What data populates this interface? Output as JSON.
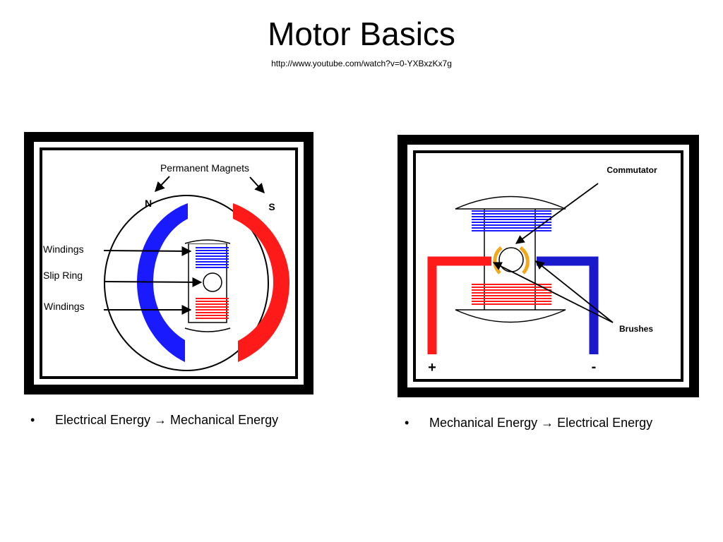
{
  "slide": {
    "title": "Motor Basics",
    "subtitle": "http://www.youtube.com/watch?v=0-YXBxzKx7g"
  },
  "left_diagram": {
    "label_magnets": "Permanent Magnets",
    "label_north": "N",
    "label_south": "S",
    "label_windings_top": "Windings",
    "label_slip_ring": "Slip Ring",
    "label_windings_bottom": "Windings",
    "colors": {
      "north": "#1a1aff",
      "south": "#ff1a1a"
    }
  },
  "right_diagram": {
    "label_commutator": "Commutator",
    "label_brushes": "Brushes",
    "label_plus": "+",
    "label_minus": "-",
    "colors": {
      "positive": "#ff1a1a",
      "negative": "#1a1acc",
      "commutator": "#f2a81d"
    }
  },
  "bullets": {
    "left": {
      "marker": "•",
      "text": "Electrical Energy → Mechanical Energy"
    },
    "right": {
      "marker": "•",
      "text": "Mechanical Energy → Electrical Energy"
    }
  }
}
